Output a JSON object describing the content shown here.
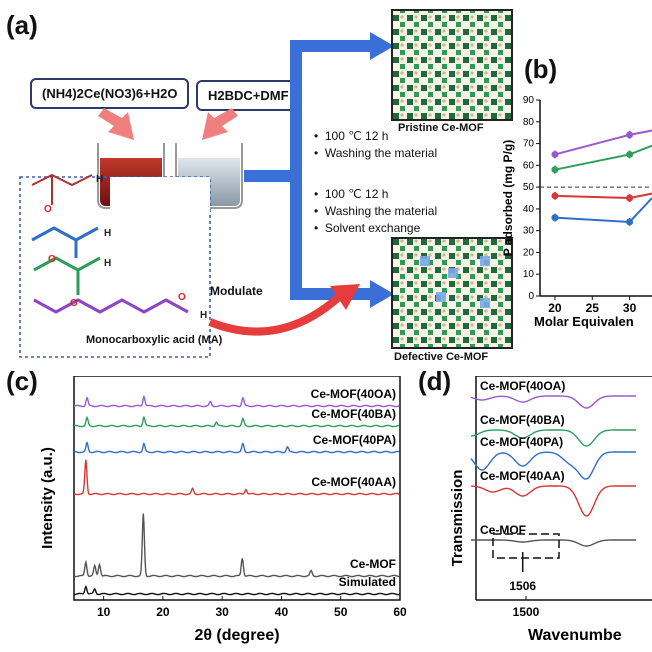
{
  "panel_a": {
    "label": "(a)",
    "reagent1": "(NH4)2Ce(NO3)6+H2O",
    "reagent2": "H2BDC+DMF",
    "modulate": "Modulate",
    "ma_caption": "Monocarboxylic acid (MA)",
    "pristine_caption": "Pristine Ce-MOF",
    "defective_caption": "Defective Ce-MOF",
    "steps_top": [
      "100 ℃ 12 h",
      "Washing the material"
    ],
    "steps_bottom": [
      "100 ℃ 12 h",
      "Washing the material",
      "Solvent exchange"
    ]
  },
  "chart_data": [
    {
      "panel": "(b)",
      "type": "line",
      "ylabel": "P adsorbed (mg P/g)",
      "xlabel": "Molar Equivalen",
      "x_ticks": [
        20,
        25,
        30
      ],
      "y_ticks": [
        0,
        10,
        20,
        30,
        40,
        50,
        60,
        70,
        80,
        90
      ],
      "ylim": [
        0,
        90
      ],
      "xlim": [
        18,
        33
      ],
      "reference_line": 50,
      "series": [
        {
          "color": "#9b59d0",
          "x": [
            20,
            30,
            33
          ],
          "y": [
            65,
            74,
            76
          ]
        },
        {
          "color": "#2e9e5b",
          "x": [
            20,
            30,
            33
          ],
          "y": [
            58,
            65,
            69
          ]
        },
        {
          "color": "#d93636",
          "x": [
            20,
            30,
            33
          ],
          "y": [
            46,
            45,
            47
          ]
        },
        {
          "color": "#2f6fc9",
          "x": [
            20,
            30,
            33
          ],
          "y": [
            36,
            34,
            45
          ]
        }
      ]
    },
    {
      "panel": "(c)",
      "type": "line",
      "xlabel": "2θ (degree)",
      "ylabel": "Intensity (a.u.)",
      "x_ticks": [
        10,
        20,
        30,
        40,
        50,
        60
      ],
      "xlim": [
        5,
        60
      ],
      "series": [
        {
          "name": "Ce-MOF(40OA)",
          "color": "#9b59d0"
        },
        {
          "name": "Ce-MOF(40BA)",
          "color": "#2e9e5b"
        },
        {
          "name": "Ce-MOF(40PA)",
          "color": "#2f6fc9"
        },
        {
          "name": "Ce-MOF(40AA)",
          "color": "#d93636"
        },
        {
          "name": "Ce-MOF",
          "color": "#555555"
        },
        {
          "name": "Simulated",
          "color": "#111111"
        }
      ]
    },
    {
      "panel": "(d)",
      "type": "line",
      "xlabel": "Wavenumbe",
      "ylabel": "Transmission",
      "x_ticks": [
        1500
      ],
      "annotation": "1506",
      "series": [
        {
          "name": "Ce-MOF(40OA)",
          "color": "#9b59d0"
        },
        {
          "name": "Ce-MOF(40BA)",
          "color": "#2e9e5b"
        },
        {
          "name": "Ce-MOF(40PA)",
          "color": "#2f6fc9"
        },
        {
          "name": "Ce-MOF(40AA)",
          "color": "#d93636"
        },
        {
          "name": "Ce-MOF",
          "color": "#555555"
        }
      ]
    }
  ]
}
